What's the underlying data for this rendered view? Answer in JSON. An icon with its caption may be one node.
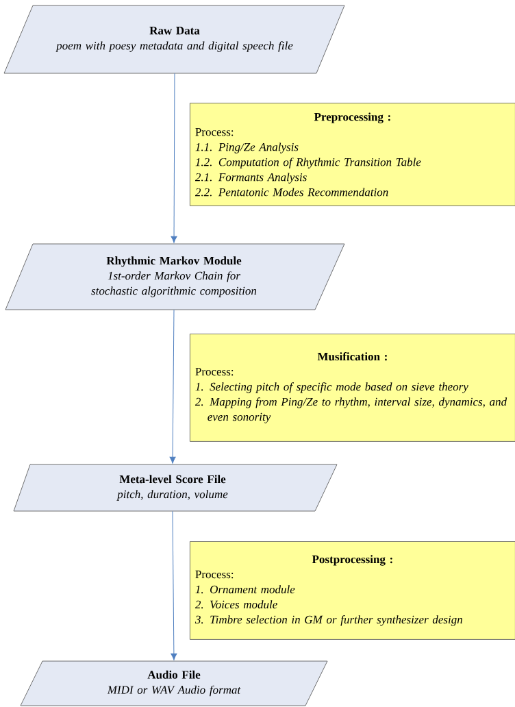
{
  "diagram": {
    "nodes": [
      {
        "text": [
          "Raw Data",
          "poem with poesy metadata and digital speech file"
        ]
      },
      {
        "text": [
          "Preprocessing :",
          "Process:",
          "1.1. Ping/Ze Analysis",
          "1.2. Computation of Rhythmic Transition Table",
          "2.1. Formants Analysis",
          "2.2. Pentatonic Modes Recommendation"
        ]
      },
      {
        "text": [
          "Rhythmic Markov Module",
          "1st-order Markov Chain for stochastic algorithmic composition"
        ]
      },
      {
        "text": [
          "Musification :",
          "Process:",
          "1. Selecting pitch of specific mode based on sieve theory",
          "2. Mapping from Ping/Ze to rhythm, interval size, dynamics, and even sonority"
        ]
      },
      {
        "text": [
          "Meta-level Score File",
          "pitch, duration, volume"
        ]
      },
      {
        "text": [
          "Postprocessing :",
          "Process:",
          "1. Ornament module",
          "2. Voices module",
          "3. Timbre selection in GM or further synthesizer design"
        ]
      },
      {
        "text": [
          "Audio File",
          "MIDI or WAV Audio format"
        ]
      }
    ],
    "edges": [
      {
        "from": 0,
        "to": 2,
        "arrow": "to"
      },
      {
        "from": 2,
        "to": 4,
        "arrow": "to"
      },
      {
        "from": 4,
        "to": 6,
        "arrow": "to"
      }
    ]
  }
}
